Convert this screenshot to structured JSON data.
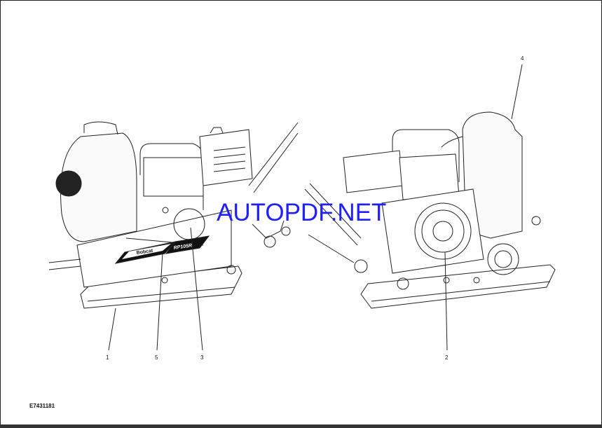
{
  "figure": {
    "id": "E7431181",
    "callouts": [
      "1",
      "5",
      "3",
      "2",
      "4"
    ],
    "decal": {
      "brand": "Bobcat",
      "model": "RP105R"
    }
  },
  "watermark": "AUTOPDF.NET",
  "colors": {
    "watermark": "#1f1fff",
    "line": "#222222"
  }
}
